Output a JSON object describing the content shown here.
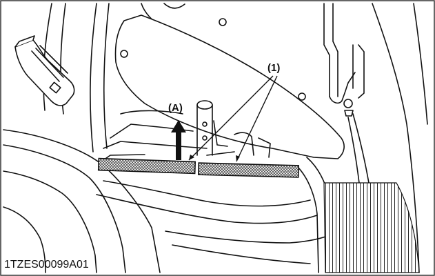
{
  "figure": {
    "callout_part": "(1)",
    "callout_direction": "(A)",
    "image_code": "1TZES00099A01"
  }
}
